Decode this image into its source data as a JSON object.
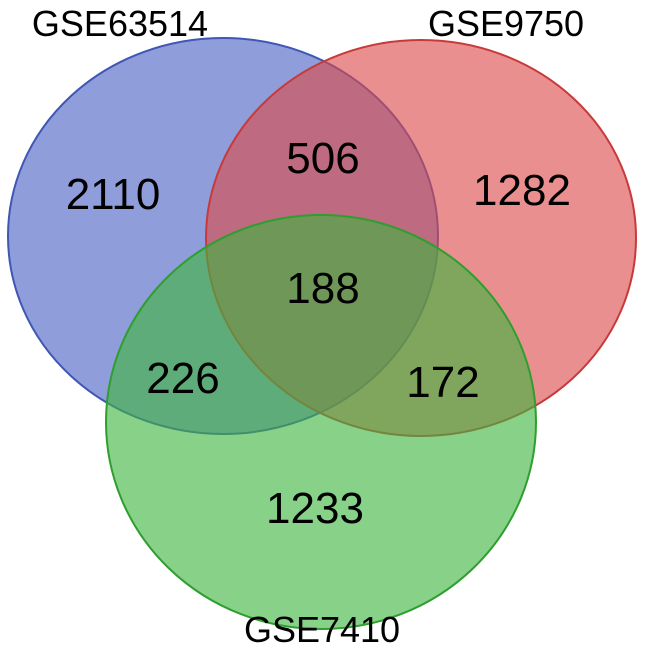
{
  "sets": [
    {
      "label": "GSE63514",
      "color": "#4a63c4",
      "stroke": "#3f56b5"
    },
    {
      "label": "GSE9750",
      "color": "#dc4a4a",
      "stroke": "#c83a3a"
    },
    {
      "label": "GSE7410",
      "color": "#3fb53f",
      "stroke": "#2e9e2e"
    }
  ],
  "regions": {
    "only_a": "2110",
    "only_b": "1282",
    "only_c": "1233",
    "a_b": "506",
    "a_c": "226",
    "b_c": "172",
    "a_b_c": "188"
  }
}
